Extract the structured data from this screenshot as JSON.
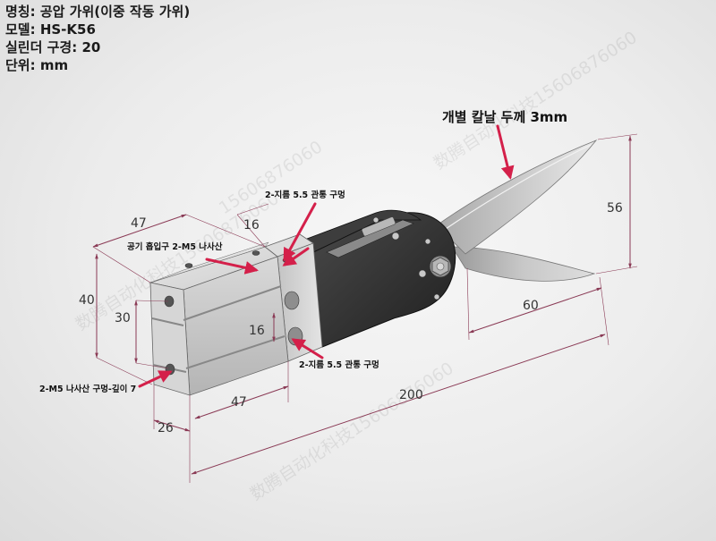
{
  "specs": {
    "name": "명칭: 공압 가위(이중 작동 가위)",
    "model": "모델: HS-K56",
    "cylinder_bore": "실린더 구경: 20",
    "unit": "단위: mm"
  },
  "annotations": {
    "blade_thickness": "개별 칼날 두께 3mm",
    "through_hole_top": "2-지름 5.5 관통 구멍",
    "air_inlet": "공기 흡입구 2-M5 나사산",
    "through_hole_bottom": "2-지름 5.5 관통 구멍",
    "tapped_hole": "2-M5 나사산 구멍-깊이 7"
  },
  "dimensions": {
    "body_length_top": "47",
    "end_block_16": "16",
    "height_40": "40",
    "hole_pitch_30": "30",
    "hole_pitch_16": "16",
    "body_length_bottom": "47",
    "width_26": "26",
    "total_length": "200",
    "blade_height": "56",
    "blade_length": "60"
  },
  "watermark": {
    "text_1": "数腾自动化科技15606876060",
    "text_2": "15606876060"
  },
  "colors": {
    "annotation_arrow": "#d4204a",
    "dimension_line": "#9a3a5a",
    "cylinder_body": "#d2d2d2",
    "blade_holder": "#2f2f2f"
  }
}
